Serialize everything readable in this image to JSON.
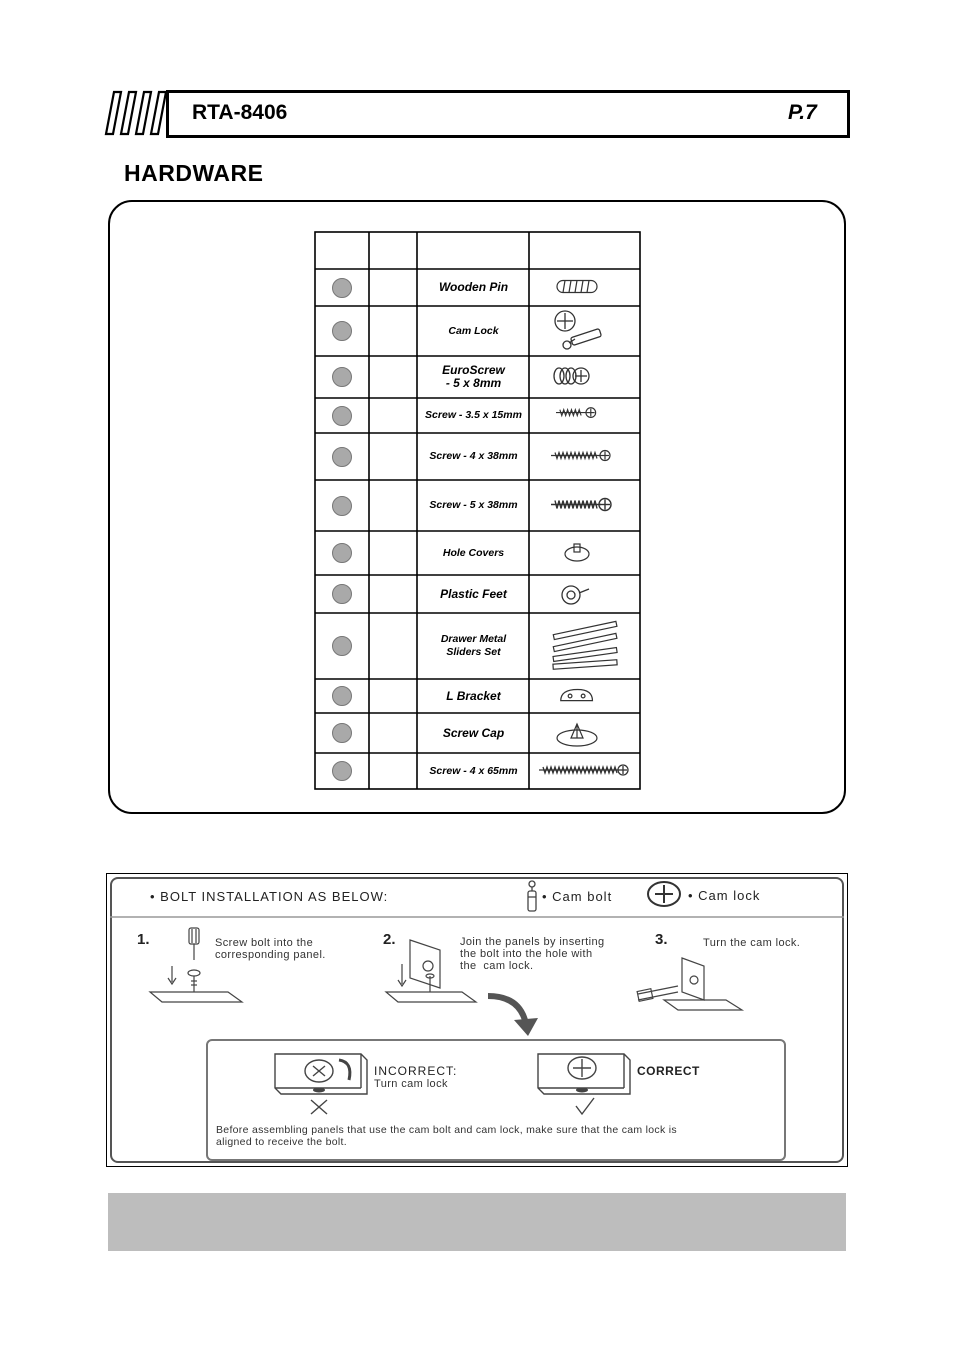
{
  "header": {
    "model": "RTA-8406",
    "page": "P.7"
  },
  "section_title": "HARDWARE",
  "hardware_items": [
    {
      "name": "Wooden Pin",
      "icon": "wooden-pin-icon"
    },
    {
      "name": "Cam Lock",
      "icon": "cam-lock-icon"
    },
    {
      "name": "EuroScrew\n- 5 x 8mm",
      "icon": "euroscrew-icon"
    },
    {
      "name": "Screw - 3.5 x 15mm",
      "icon": "short-screw-icon"
    },
    {
      "name": "Screw - 4 x 38mm",
      "icon": "screw-38-icon"
    },
    {
      "name": "Screw - 5 x 38mm",
      "icon": "screw-5x38-icon"
    },
    {
      "name": "Hole Covers",
      "icon": "hole-cover-icon"
    },
    {
      "name": "Plastic Feet",
      "icon": "plastic-foot-icon"
    },
    {
      "name": "Drawer Metal\nSliders Set",
      "icon": "drawer-slider-icon"
    },
    {
      "name": "L Bracket",
      "icon": "l-bracket-icon"
    },
    {
      "name": "Screw Cap",
      "icon": "screw-cap-icon"
    },
    {
      "name": "Screw - 4 x 65mm",
      "icon": "long-screw-icon"
    }
  ],
  "bolt_installation": {
    "title": "• BOLT INSTALLATION AS BELOW:",
    "cam_bolt": "• Cam bolt",
    "cam_lock": "• Cam lock",
    "step1_num": "1.",
    "step1_text": "Screw bolt into the\ncorresponding panel.",
    "step2_num": "2.",
    "step2_text": "Join the panels by inserting\nthe bolt into the hole with\nthe  cam lock.",
    "step3_num": "3.",
    "step3_text": "Turn the cam lock.",
    "incorrect_label": "INCORRECT:",
    "incorrect_sub": "Turn cam lock",
    "correct_label": "CORRECT",
    "note": "Before assembling panels that use the cam bolt and cam lock, make sure that the cam lock is\naligned to receive the bolt."
  },
  "colors": {
    "bullet": "#a9a9a9",
    "footer_bar": "#bdbdbd"
  }
}
